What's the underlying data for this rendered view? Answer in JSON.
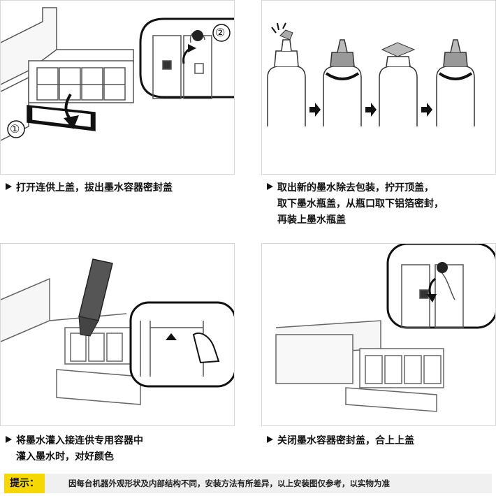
{
  "steps": [
    {
      "caption_lines": [
        "打开连供上盖，拔出墨水容器密封盖"
      ],
      "callouts": [
        "①",
        "②"
      ]
    },
    {
      "caption_lines": [
        "取出新的墨水除去包装，拧开顶盖，",
        "取下墨水瓶盖，从瓶口取下铝箔密封，",
        "再装上墨水瓶盖"
      ]
    },
    {
      "caption_lines": [
        "将墨水灌入接连供专用容器中",
        "灌入墨水时，对好颜色"
      ]
    },
    {
      "caption_lines": [
        "关闭墨水容器密封盖，合上上盖"
      ]
    }
  ],
  "note": {
    "label": "提示：",
    "text": "因每台机器外观形状及内部结构不同，安装方法有所差异，以上安装图仅参考，以实物为准"
  }
}
